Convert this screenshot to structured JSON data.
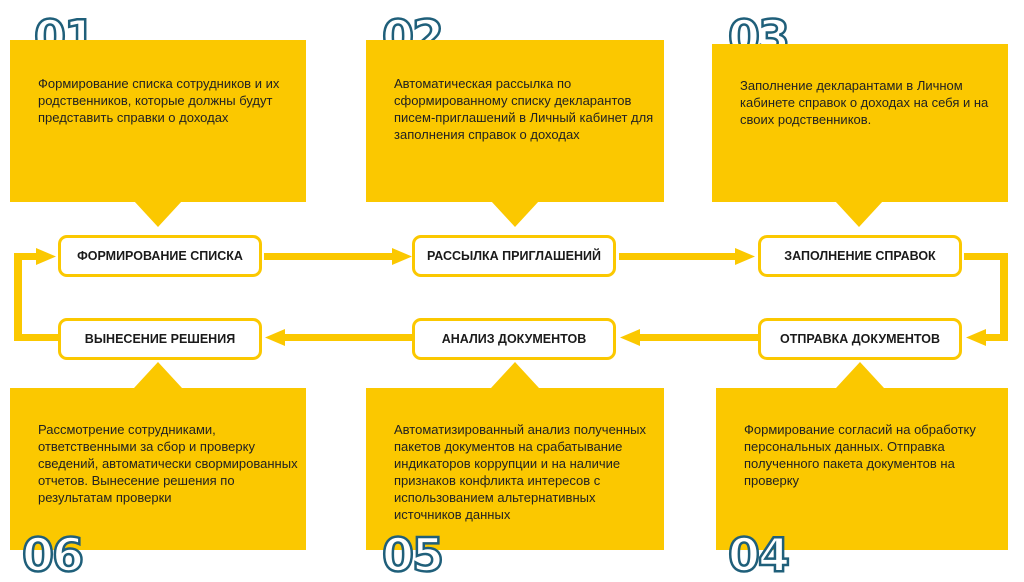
{
  "steps": [
    {
      "num": "01",
      "label": "ФОРМИРОВАНИЕ СПИСКА",
      "text": "Формирование списка сотрудников и их родственников, которые должны будут представить справки о доходах"
    },
    {
      "num": "02",
      "label": "РАССЫЛКА ПРИГЛАШЕНИЙ",
      "text": "Автоматическая рассылка по сформированному списку декларантов писем-приглашений в Личный кабинет для заполнения справок о доходах"
    },
    {
      "num": "03",
      "label": "ЗАПОЛНЕНИЕ СПРАВОК",
      "text": "Заполнение декларантами в Личном кабинете справок о доходах на себя и на своих родственников."
    },
    {
      "num": "04",
      "label": "ОТПРАВКА ДОКУМЕНТОВ",
      "text": "Формирование согласий на обработку персональных данных. Отправка полученного пакета документов на проверку"
    },
    {
      "num": "05",
      "label": "АНАЛИЗ ДОКУМЕНТОВ",
      "text": "Автоматизированный анализ полученных пакетов документов на срабатывание индикаторов коррупции и на наличие признаков конфликта интересов с использованием альтернативных источников данных"
    },
    {
      "num": "06",
      "label": "ВЫНЕСЕНИЕ РЕШЕНИЯ",
      "text": "Рассмотрение сотрудниками, ответственными за сбор и проверку сведений, автоматически свормированных отчетов. Вынесение решения по результатам проверки"
    }
  ],
  "colors": {
    "card": "#fbc800",
    "number_outline": "#1f5f7a",
    "pill_border": "#fbc800",
    "text": "#222222"
  }
}
